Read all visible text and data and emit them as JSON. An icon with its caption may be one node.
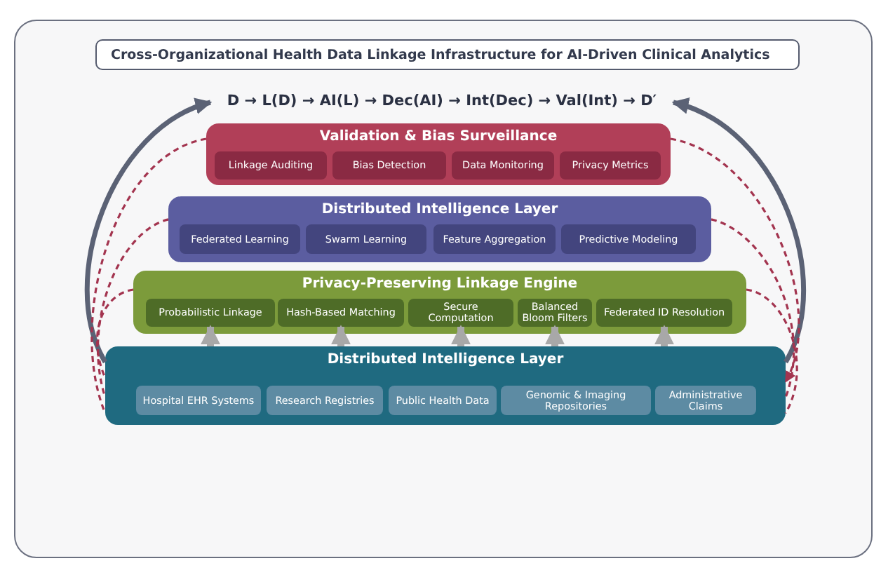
{
  "diagram": {
    "title": "Cross-Organizational Health Data Linkage Infrastructure for AI-Driven Clinical Analytics",
    "nodes": [
      {
        "text": [
          "D → L(D) → AI(L) → Dec(AI) → Int(Dec) → Val(Int) → D′"
        ]
      },
      {
        "text": [
          "Validation & Bias Surveillance"
        ]
      },
      {
        "text": [
          "Linkage Auditing"
        ],
        "in": 1
      },
      {
        "text": [
          "Bias Detection"
        ],
        "in": 1
      },
      {
        "text": [
          "Data Monitoring"
        ],
        "in": 1
      },
      {
        "text": [
          "Privacy Metrics"
        ],
        "in": 1
      },
      {
        "text": [
          "Distributed Intelligence Layer"
        ]
      },
      {
        "text": [
          "Federated Learning"
        ],
        "in": 6
      },
      {
        "text": [
          "Swarm Learning"
        ],
        "in": 6
      },
      {
        "text": [
          "Feature Aggregation"
        ],
        "in": 6
      },
      {
        "text": [
          "Predictive Modeling"
        ],
        "in": 6
      },
      {
        "text": [
          "Privacy-Preserving Linkage Engine"
        ]
      },
      {
        "text": [
          "Probabilistic Linkage"
        ],
        "in": 11
      },
      {
        "text": [
          "Hash-Based Matching"
        ],
        "in": 11
      },
      {
        "text": [
          "Secure Computation"
        ],
        "in": 11
      },
      {
        "text": [
          "Balanced Bloom Filters"
        ],
        "in": 11
      },
      {
        "text": [
          "Federated ID Resolution"
        ],
        "in": 11
      },
      {
        "text": [
          "Distributed Intelligence Layer"
        ]
      },
      {
        "text": [
          "Hospital EHR Systems"
        ],
        "in": 17
      },
      {
        "text": [
          "Research Registries"
        ],
        "in": 17
      },
      {
        "text": [
          "Public Health Data"
        ],
        "in": 17
      },
      {
        "text": [
          "Genomic & Imaging Repositories"
        ],
        "in": 17
      },
      {
        "text": [
          "Administrative Claims"
        ],
        "in": 17
      }
    ],
    "edges": [
      {
        "from": 17,
        "to": 12,
        "arrow": "to",
        "color": "#a8a8a8"
      },
      {
        "from": 17,
        "to": 13,
        "arrow": "to",
        "color": "#a8a8a8"
      },
      {
        "from": 17,
        "to": 14,
        "arrow": "to",
        "color": "#a8a8a8"
      },
      {
        "from": 17,
        "to": 15,
        "arrow": "to",
        "color": "#a8a8a8"
      },
      {
        "from": 17,
        "to": 16,
        "arrow": "to",
        "color": "#a8a8a8"
      },
      {
        "from": 17,
        "to": 0,
        "arrow": "to"
      },
      {
        "from": 17,
        "to": 0,
        "arrow": "to"
      },
      {
        "from": 1,
        "to": 17,
        "arrow": "none",
        "style": "dashed",
        "color": "#a3344f"
      },
      {
        "from": 6,
        "to": 17,
        "arrow": "none",
        "style": "dashed",
        "color": "#a3344f"
      },
      {
        "from": 11,
        "to": 17,
        "arrow": "none",
        "style": "dashed",
        "color": "#a3344f"
      },
      {
        "from": 1,
        "to": 17,
        "arrow": "to",
        "style": "dashed",
        "color": "#a3344f"
      },
      {
        "from": 6,
        "to": 17,
        "arrow": "none",
        "style": "dashed",
        "color": "#a3344f"
      },
      {
        "from": 11,
        "to": 17,
        "arrow": "none",
        "style": "dashed",
        "color": "#a3344f"
      }
    ]
  }
}
